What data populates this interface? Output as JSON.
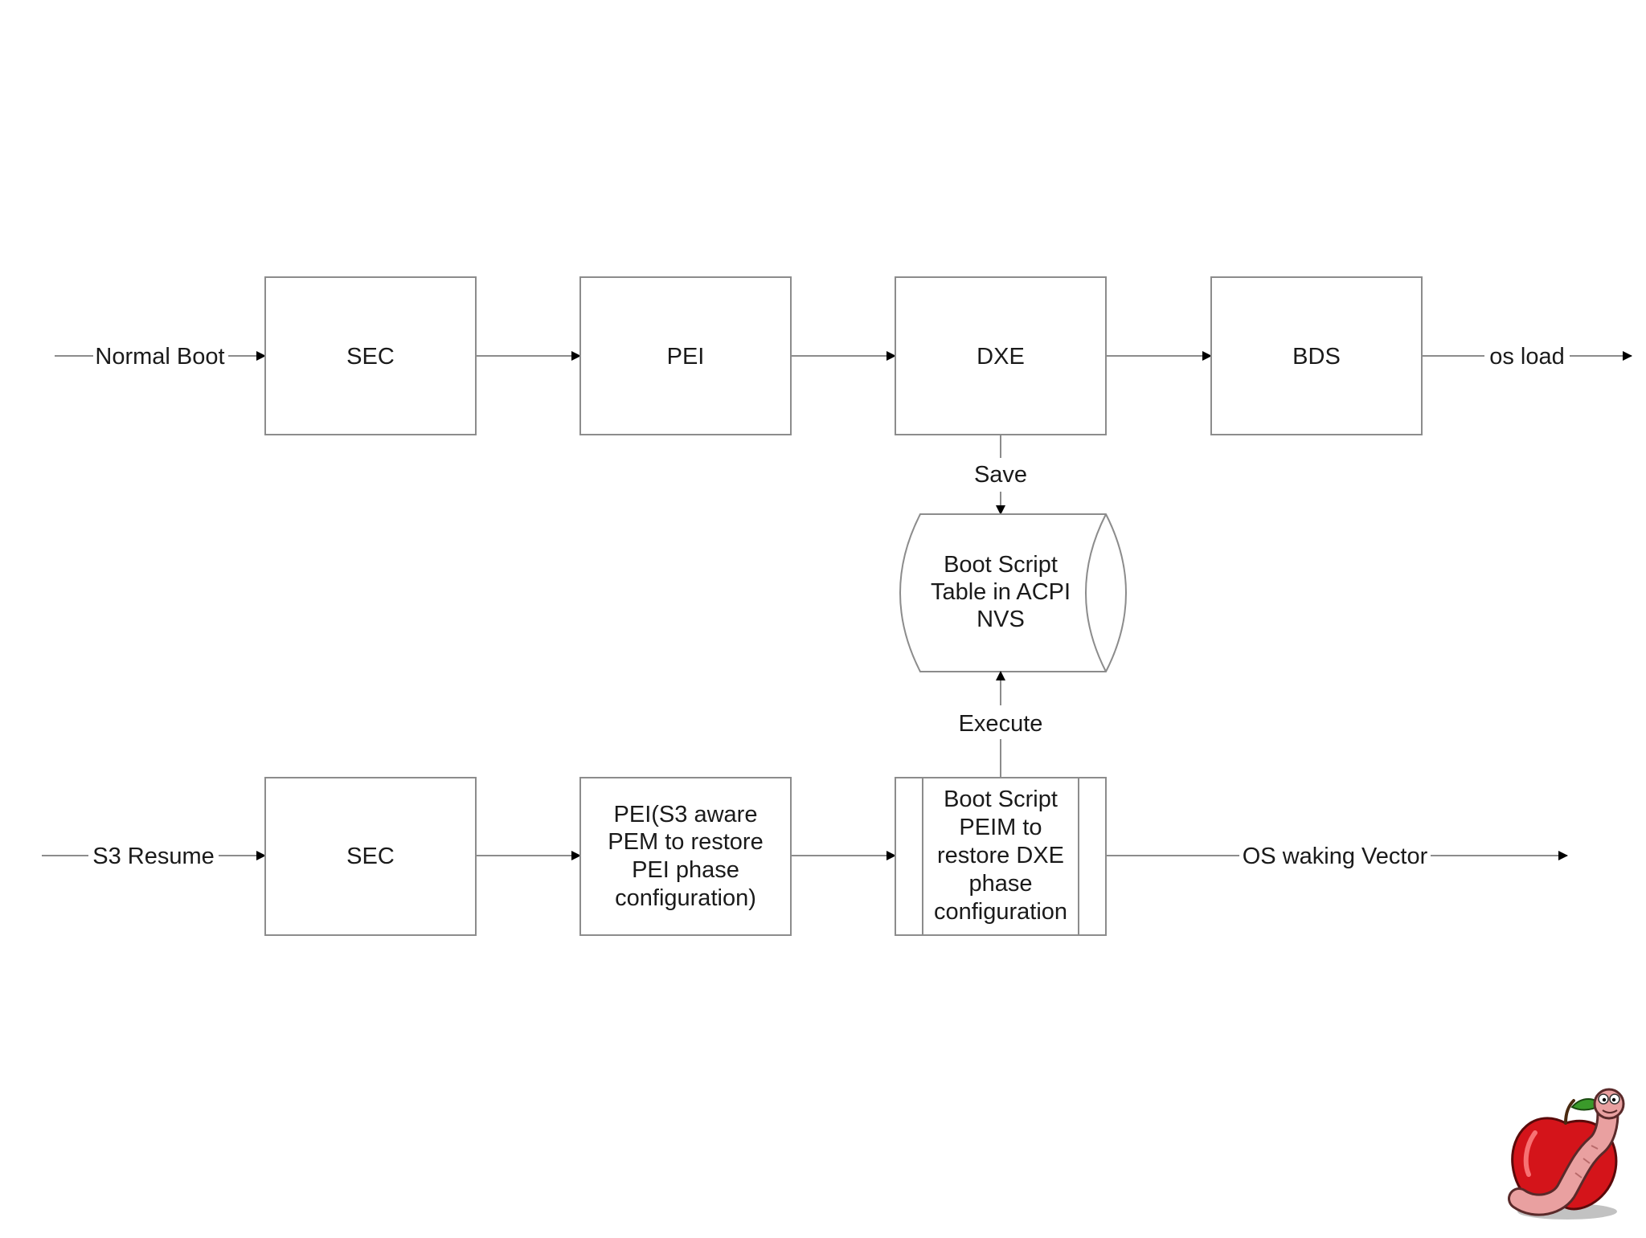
{
  "diagram": {
    "normal_boot": {
      "entry_label": "Normal Boot",
      "sec": "SEC",
      "pei": "PEI",
      "dxe": "DXE",
      "bds": "BDS",
      "exit_label": "os load"
    },
    "storage": {
      "save_label": "Save",
      "lines": [
        "Boot Script",
        "Table in ACPI",
        "NVS"
      ],
      "execute_label": "Execute"
    },
    "s3_resume": {
      "entry_label": "S3 Resume",
      "sec": "SEC",
      "pei_lines": [
        "PEI(S3 aware",
        "PEM to restore",
        "PEI phase",
        "configuration)"
      ],
      "peim_lines": [
        "Boot Script",
        "PEIM to",
        "restore DXE",
        "phase",
        "configuration"
      ],
      "exit_label": "OS waking Vector"
    },
    "colors": {
      "line": "#8c8c8c",
      "arrow": "#000000",
      "text": "#1a1a1a"
    },
    "mascot": "apple-with-worm-logo"
  }
}
